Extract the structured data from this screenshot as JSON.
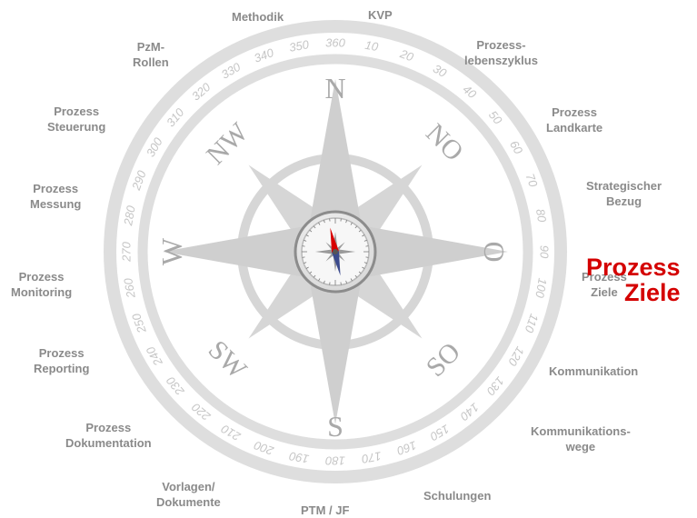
{
  "compass": {
    "degree_labels": [
      "360",
      "10",
      "20",
      "30",
      "40",
      "50",
      "60",
      "70",
      "80",
      "90",
      "100",
      "110",
      "120",
      "130",
      "140",
      "150",
      "160",
      "170",
      "180",
      "190",
      "200",
      "210",
      "220",
      "230",
      "240",
      "250",
      "260",
      "270",
      "280",
      "290",
      "300",
      "310",
      "320",
      "330",
      "340",
      "350"
    ],
    "directions": {
      "n": "N",
      "o": "O",
      "s": "S",
      "w": "W",
      "no": "NO",
      "so": "SO",
      "sw": "SW",
      "nw": "NW"
    },
    "colors": {
      "ring": "#dcdcdc",
      "star": "#cfcfcf",
      "letters": "#a9a9a9",
      "highlight": "#d40000",
      "needle_red": "#d80000",
      "needle_blue": "#3b4a8c"
    }
  },
  "topics": {
    "methodik": [
      "Methodik"
    ],
    "kvp": [
      "KVP"
    ],
    "prozesslebenszyklus": [
      "Prozess-",
      "lebenszyklus"
    ],
    "prozesslandkarte": [
      "Prozess",
      "Landkarte"
    ],
    "strategischer_bezug": [
      "Strategischer",
      "Bezug"
    ],
    "prozessziele": [
      "Prozess",
      "Ziele"
    ],
    "kommunikation": [
      "Kommunikation"
    ],
    "kommunikationswege": [
      "Kommunikations-",
      "wege"
    ],
    "schulungen": [
      "Schulungen"
    ],
    "ptm_jf": [
      "PTM / JF"
    ],
    "vorlagen": [
      "Vorlagen/",
      "Dokumente"
    ],
    "dokumentation": [
      "Prozess",
      "Dokumentation"
    ],
    "reporting": [
      "Prozess",
      "Reporting"
    ],
    "monitoring": [
      "Prozess",
      "Monitoring"
    ],
    "messung": [
      "Prozess",
      "Messung"
    ],
    "steuerung": [
      "Prozess",
      "Steuerung"
    ],
    "pzm_rollen": [
      "PzM-",
      "Rollen"
    ]
  },
  "highlight": [
    "Prozess",
    "Ziele"
  ]
}
